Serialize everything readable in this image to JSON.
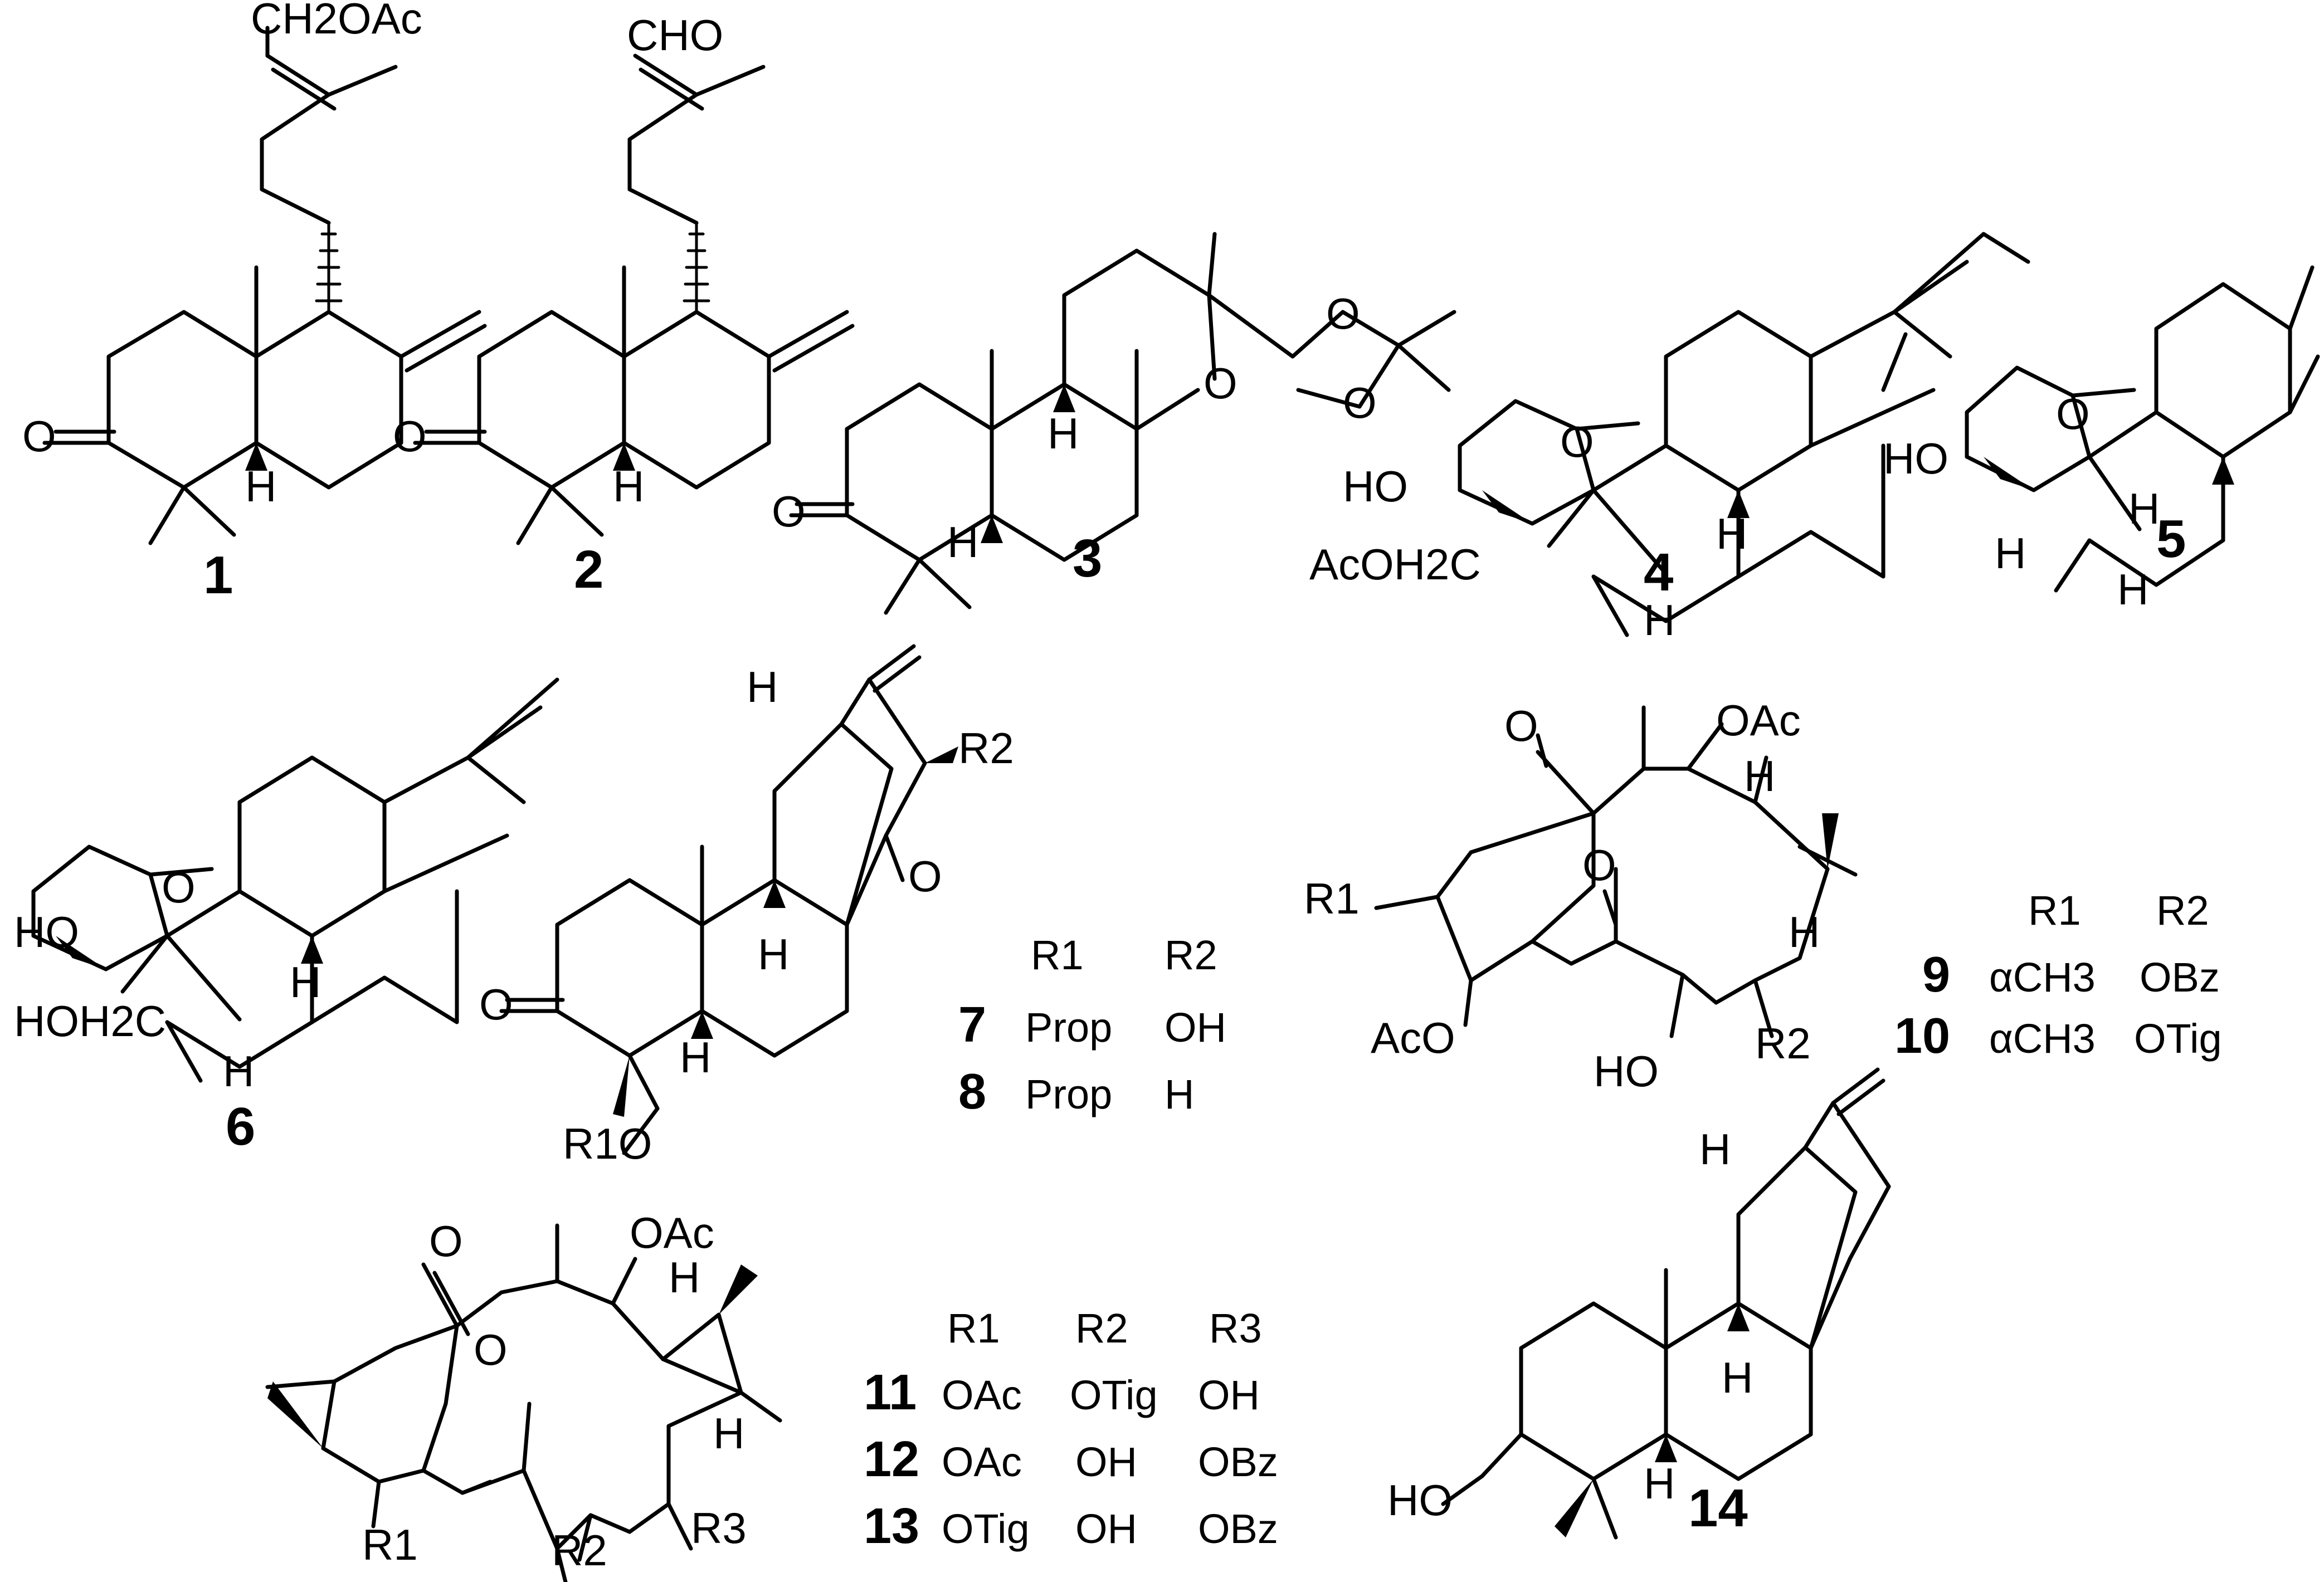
{
  "atoms": {
    "o": "O",
    "h": "H",
    "ho": "HO",
    "cho": "CHO",
    "ch2oac": "CH2OAc",
    "acoh2c": "AcOH2C",
    "hoh2c": "HOH2C",
    "oac": "OAc",
    "aco": "AcO",
    "r1": "R1",
    "r2": "R2",
    "r3": "R3",
    "r1o": "R1O"
  },
  "compounds": [
    {
      "id": "1",
      "label": "1"
    },
    {
      "id": "2",
      "label": "2"
    },
    {
      "id": "3",
      "label": "3"
    },
    {
      "id": "4",
      "label": "4"
    },
    {
      "id": "5",
      "label": "5"
    },
    {
      "id": "6",
      "label": "6"
    },
    {
      "id": "14",
      "label": "14"
    }
  ],
  "table_7_8": {
    "headers": [
      "R1",
      "R2"
    ],
    "rows": [
      {
        "id": "7",
        "r1": "Prop",
        "r2": "OH"
      },
      {
        "id": "8",
        "r1": "Prop",
        "r2": "H"
      }
    ]
  },
  "table_9_10": {
    "headers": [
      "R1",
      "R2"
    ],
    "rows": [
      {
        "id": "9",
        "r1": "αCH3",
        "r2": "OBz"
      },
      {
        "id": "10",
        "r1": "αCH3",
        "r2": "OTig"
      }
    ]
  },
  "table_11_13": {
    "headers": [
      "R1",
      "R2",
      "R3"
    ],
    "rows": [
      {
        "id": "11",
        "r1": "OAc",
        "r2": "OTig",
        "r3": "OH"
      },
      {
        "id": "12",
        "r1": "OAc",
        "r2": "OH",
        "r3": "OBz"
      },
      {
        "id": "13",
        "r1": "OTig",
        "r2": "OH",
        "r3": "OBz"
      }
    ]
  }
}
